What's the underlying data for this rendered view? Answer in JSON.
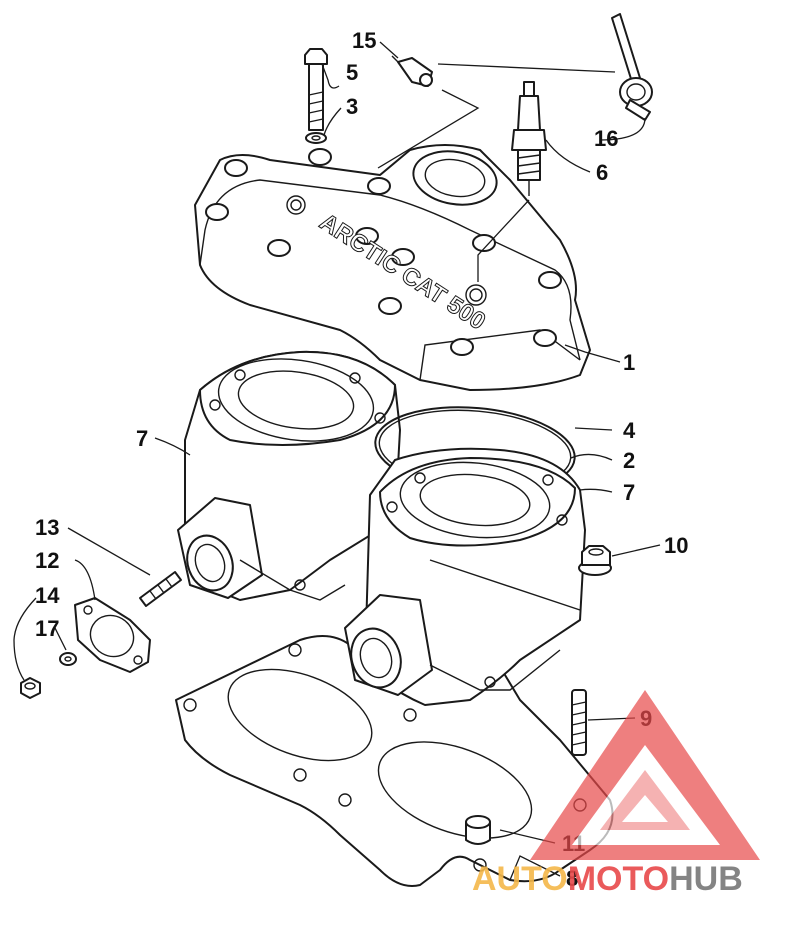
{
  "callouts": [
    {
      "id": "c1",
      "text": "1"
    },
    {
      "id": "c2",
      "text": "2"
    },
    {
      "id": "c3",
      "text": "3"
    },
    {
      "id": "c4",
      "text": "4"
    },
    {
      "id": "c5",
      "text": "5"
    },
    {
      "id": "c6",
      "text": "6"
    },
    {
      "id": "c7a",
      "text": "7"
    },
    {
      "id": "c7b",
      "text": "7"
    },
    {
      "id": "c8",
      "text": "8"
    },
    {
      "id": "c9",
      "text": "9"
    },
    {
      "id": "c10",
      "text": "10"
    },
    {
      "id": "c11",
      "text": "11"
    },
    {
      "id": "c12",
      "text": "12"
    },
    {
      "id": "c13",
      "text": "13"
    },
    {
      "id": "c14",
      "text": "14"
    },
    {
      "id": "c15",
      "text": "15"
    },
    {
      "id": "c16",
      "text": "16"
    },
    {
      "id": "c17",
      "text": "17"
    }
  ],
  "head_casting_text": "ARCTIC CAT 500",
  "watermark": {
    "part1": "AUTO",
    "part2": "MOTO",
    "part3": "HUB",
    "color_auto": "#f5b84a",
    "color_moto": "#e8494a",
    "color_hub": "#777777",
    "triangle_color": "#e8494a"
  }
}
